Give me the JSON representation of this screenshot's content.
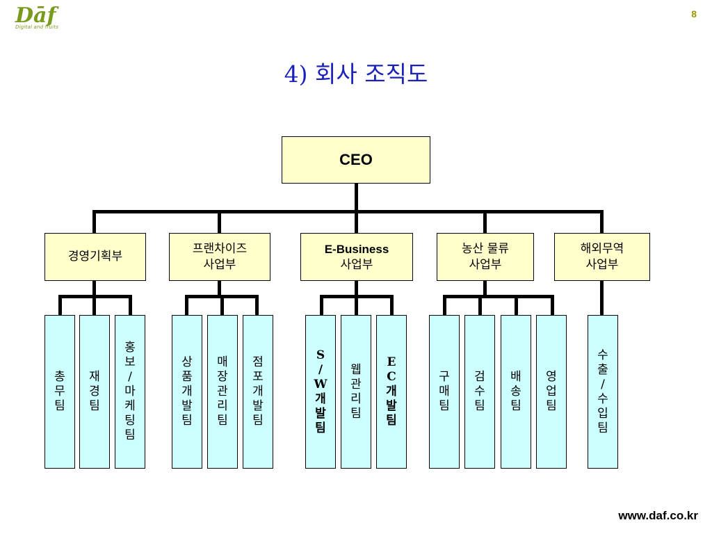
{
  "header": {
    "logo_text": "Dāf",
    "logo_sub": "Digital and fruits",
    "page_number": "8"
  },
  "title": "4) 회사 조직도",
  "footer": {
    "url": "www.daf.co.kr"
  },
  "org": {
    "ceo": "CEO",
    "departments": [
      {
        "label": "경영기획부",
        "teams": [
          "총\n무\n팀",
          "재\n경\n팀",
          "홍\n보\n/\n마\n케\n팅\n팀"
        ]
      },
      {
        "label": "프랜차이즈\n사업부",
        "teams": [
          "상\n품\n개\n발\n팀",
          "매\n장\n관\n리\n팀",
          "점\n포\n개\n발\n팀"
        ]
      },
      {
        "label_line1": "E-Business",
        "label_line2": "사업부",
        "teams": [
          "S\n/\nW\n개\n발\n팀",
          "웹\n관\n리\n팀",
          "E\nC\n개\n발\n팀"
        ]
      },
      {
        "label": "농산 물류\n사업부",
        "teams": [
          "구\n매\n팀",
          "검\n수\n팀",
          "배\n송\n팀",
          "영\n업\n팀"
        ]
      },
      {
        "label": "해외무역\n사업부",
        "teams": [
          "수\n출\n/\n수\n입\n팀"
        ]
      }
    ]
  },
  "colors": {
    "ceo_fill": "#ffffcc",
    "dept_fill": "#ffffcc",
    "team_fill": "#ccffff",
    "title": "#1a22b8"
  }
}
